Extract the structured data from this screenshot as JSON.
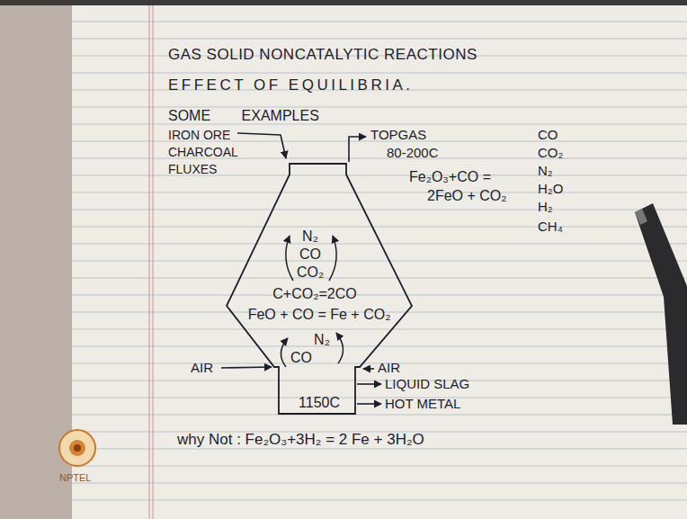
{
  "diagram": {
    "title": "GAS SOLID NONCATALYTIC REACTIONS",
    "nodes": [
      {
        "text": [
          "N₂",
          "CO",
          "CO₂",
          "C+CO₂=2CO",
          "FeO + CO = Fe + CO₂",
          "N₂",
          "CO",
          "1150C"
        ]
      }
    ],
    "labels": [
      "EFFECT OF EQUILIBRIA.",
      "SOME EXAMPLES",
      "IRON ORE",
      "CHARCOAL",
      "FLUXES",
      "TOPGAS",
      "80-200C",
      "CO",
      "CO₂",
      "N₂",
      "H₂O",
      "H₂",
      "CH₄",
      "Fe₂O₃+CO = 2FeO + CO₂",
      "AIR",
      "AIR",
      "LIQUID SLAG",
      "HOT METAL",
      "why Not : Fe₂O₃+3H₂ = 2 Fe + 3H₂O",
      "NPTEL"
    ]
  }
}
